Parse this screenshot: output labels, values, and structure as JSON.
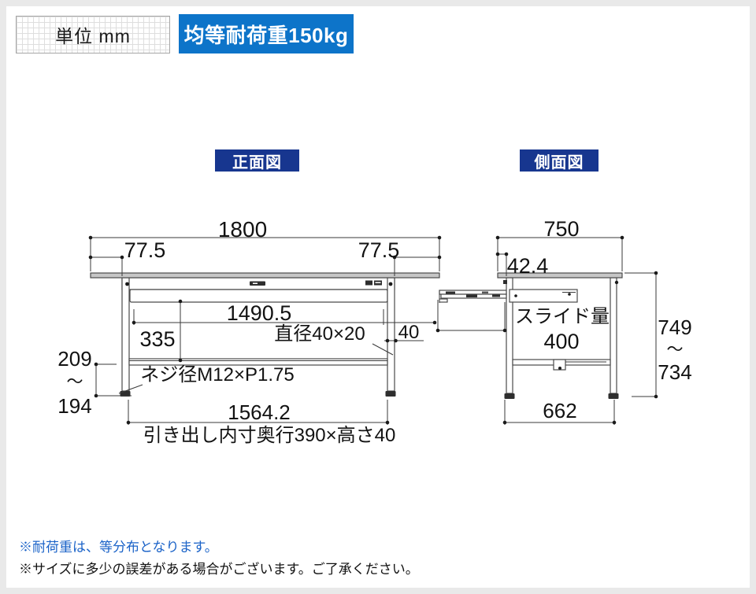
{
  "header": {
    "unit_label": "単位 mm",
    "load_label": "均等耐荷重150kg"
  },
  "sections": {
    "front_view_title": "正面図",
    "side_view_title": "側面図"
  },
  "front_view": {
    "width_top": "1800",
    "overhang_left": "77.5",
    "overhang_right": "77.5",
    "inner_width": "1490.5",
    "leg_pipe": "直径40×20",
    "leg_width": "40",
    "under_clearance": "335",
    "foot_adjust_max": "209",
    "tilde": "〜",
    "foot_adjust_min": "194",
    "screw_spec": "ネジ径M12×P1.75",
    "leg_span": "1564.2",
    "drawer_note": "引き出し内寸奥行390×高さ40"
  },
  "side_view": {
    "depth_top": "750",
    "front_overhang": "42.4",
    "slide_label": "スライド量",
    "slide_value": "400",
    "height_max": "749",
    "tilde": "〜",
    "height_min": "734",
    "leg_depth": "662"
  },
  "notes": [
    {
      "text": "※耐荷重は、等分布となります。"
    },
    {
      "text": "※サイズに多少の誤差がある場合がございます。ご了承ください。"
    }
  ],
  "colors": {
    "accent_blue": "#0d74c9",
    "title_navy": "#17368f",
    "note_blue": "#1b63c8",
    "frame_gray": "#e9e9e9"
  }
}
